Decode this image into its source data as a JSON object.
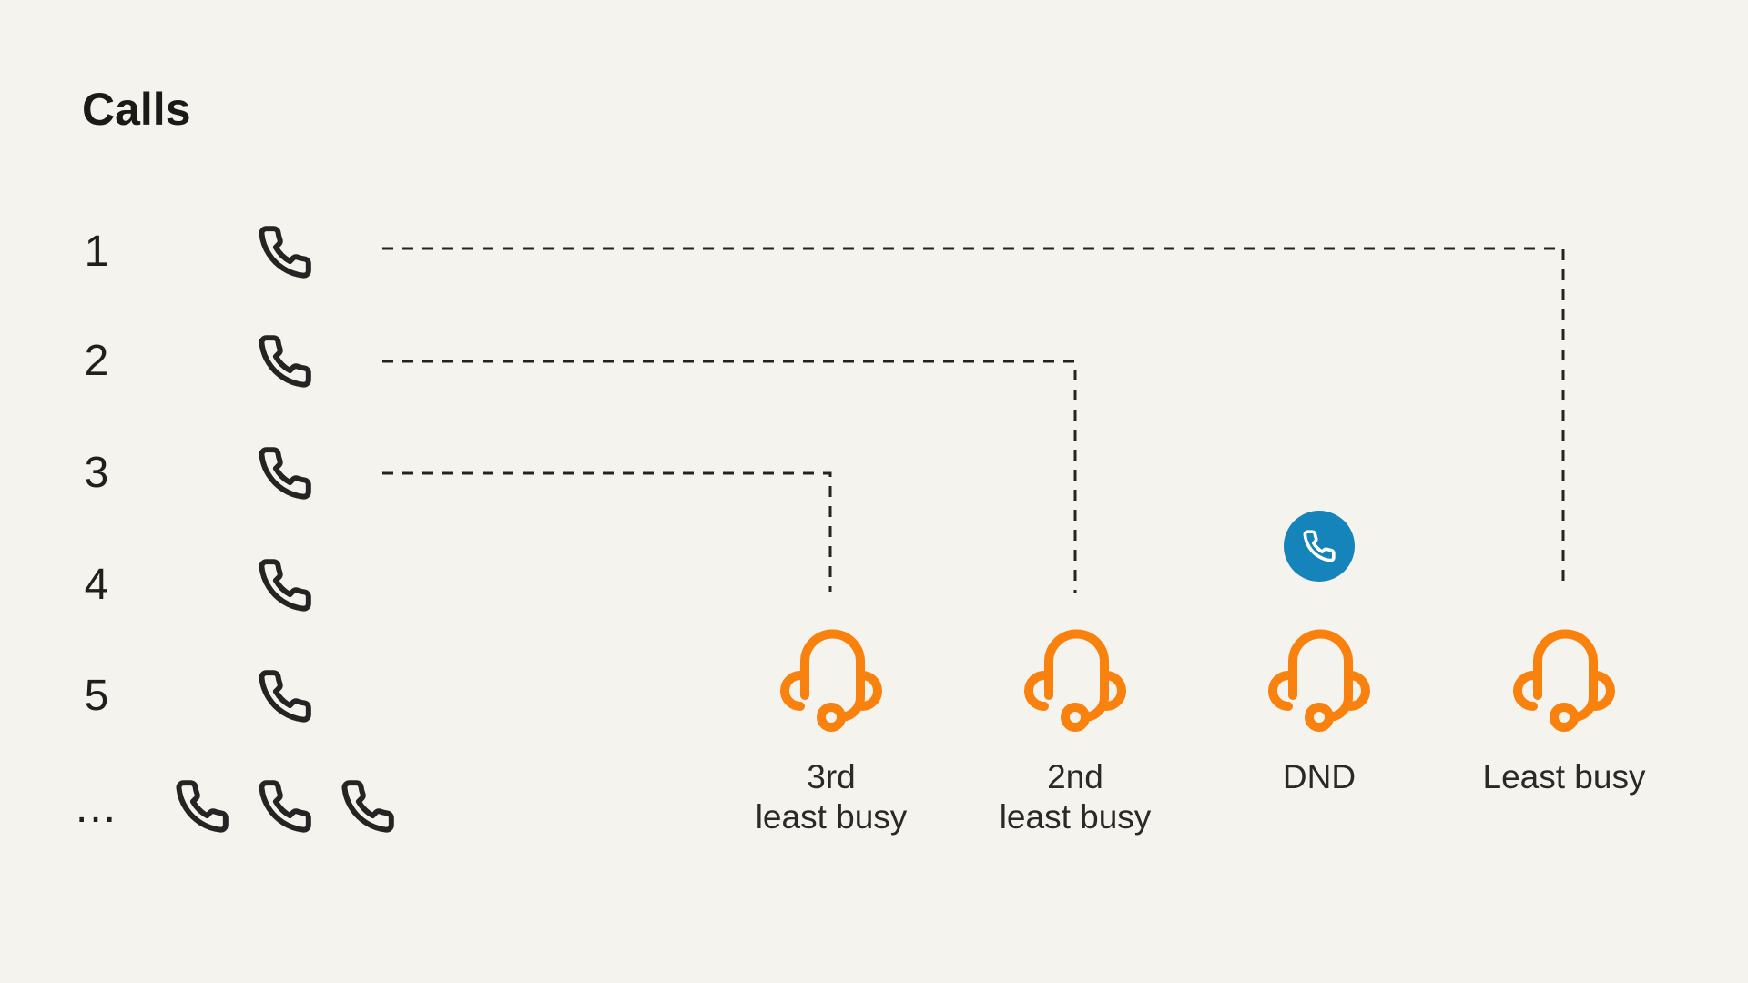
{
  "colors": {
    "background": "#F5F3EE",
    "ink": "#262422",
    "orange": "#F8820D",
    "blue": "#1584BA",
    "connector": "#232323",
    "label": "#2A2927"
  },
  "title": "Calls",
  "queue": {
    "rows": [
      {
        "number": "1"
      },
      {
        "number": "2"
      },
      {
        "number": "3"
      },
      {
        "number": "4"
      },
      {
        "number": "5"
      }
    ],
    "overflow": {
      "label": "...",
      "phone_count": 3
    }
  },
  "agents": [
    {
      "label_lines": [
        "3rd",
        "least busy"
      ]
    },
    {
      "label_lines": [
        "2nd",
        "least busy"
      ]
    },
    {
      "label_lines": [
        "DND"
      ]
    },
    {
      "label_lines": [
        "Least busy"
      ]
    }
  ],
  "active_call_badge": {
    "agent": "DND"
  },
  "connections": [
    {
      "call": "1",
      "agent": "Least busy"
    },
    {
      "call": "2",
      "agent": "2nd least busy"
    },
    {
      "call": "3",
      "agent": "3rd least busy"
    }
  ]
}
